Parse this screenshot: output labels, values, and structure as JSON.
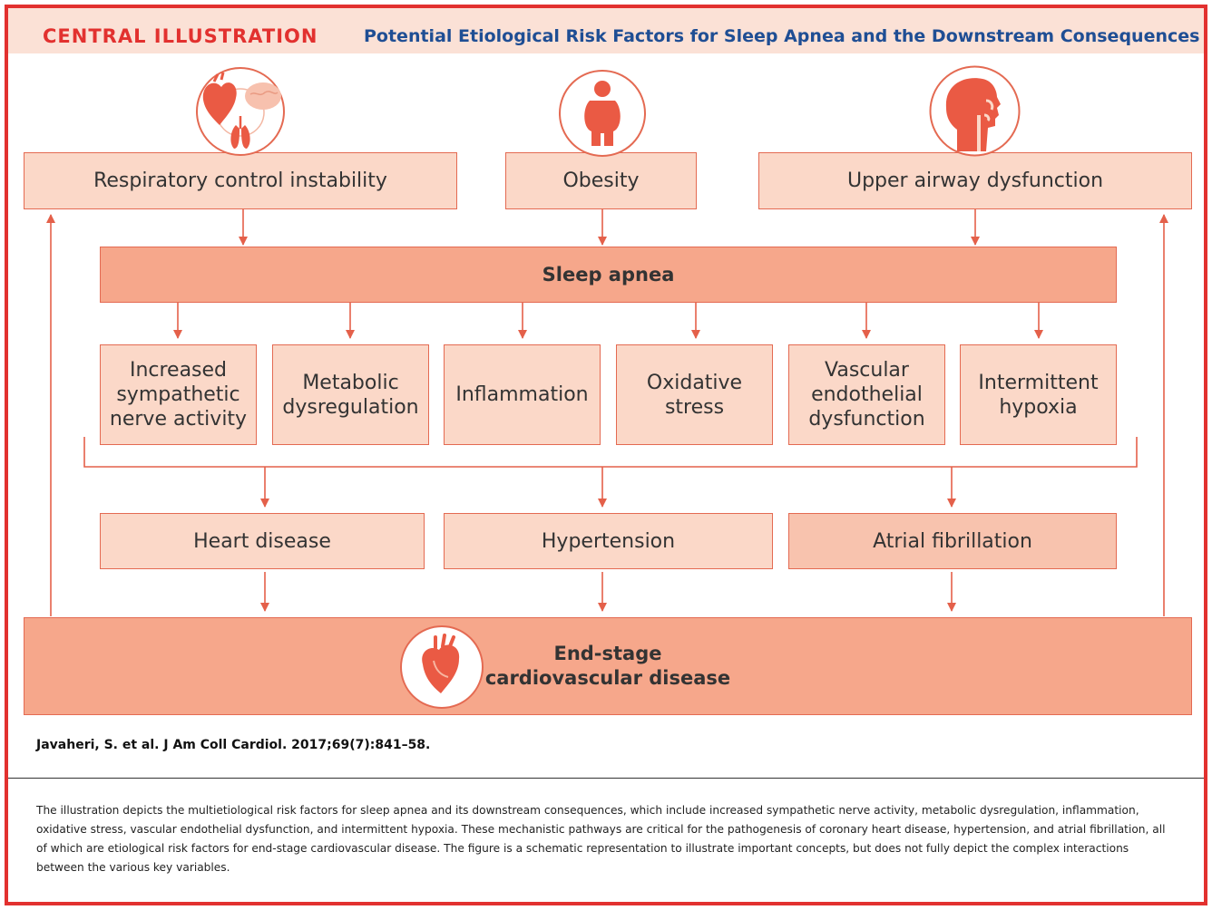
{
  "header": {
    "label": "CENTRAL ILLUSTRATION",
    "title": "Potential Etiological Risk Factors for Sleep Apnea and the Downstream Consequences"
  },
  "risk_factors": [
    {
      "label": "Respiratory control instability",
      "icon": "heart-brain-lungs-icon"
    },
    {
      "label": "Obesity",
      "icon": "obese-person-icon"
    },
    {
      "label": "Upper airway dysfunction",
      "icon": "upper-airway-head-icon"
    }
  ],
  "sleep_apnea": "Sleep apnea",
  "mechanisms": [
    {
      "lines": [
        "Increased",
        "sympathetic",
        "nerve activity"
      ]
    },
    {
      "lines": [
        "Metabolic",
        "dysregulation"
      ]
    },
    {
      "lines": [
        "Inflammation"
      ]
    },
    {
      "lines": [
        "Oxidative",
        "stress"
      ]
    },
    {
      "lines": [
        "Vascular",
        "endothelial",
        "dysfunction"
      ]
    },
    {
      "lines": [
        "Intermittent",
        "hypoxia"
      ]
    }
  ],
  "outcomes": [
    {
      "label": "Heart disease"
    },
    {
      "label": "Hypertension"
    },
    {
      "label": "Atrial fibrillation"
    }
  ],
  "end_stage": {
    "lines": [
      "End-stage",
      "cardiovascular disease"
    ],
    "icon": "heart-icon"
  },
  "citation": "Javaheri, S. et al. J Am Coll Cardiol. 2017;69(7):841–58.",
  "caption": "The illustration depicts the multietiological risk factors for sleep apnea and its downstream consequences, which include increased sympathetic nerve activity, metabolic dysregulation, inflammation, oxidative stress, vascular endothelial dysfunction, and intermittent hypoxia. These mechanistic pathways are critical for the pathogenesis of coronary heart disease, hypertension, and atrial fibrillation, all of which are etiological risk factors for end-stage cardiovascular disease. The figure is a schematic representation to illustrate important concepts, but does not fully depict the complex interactions between the various key variables.",
  "colors": {
    "accent_red": "#e2312f",
    "title_blue": "#1f4e94",
    "box_light": "#fbd8c8",
    "box_dark": "#f6a78b",
    "arrow": "#e4604a"
  }
}
